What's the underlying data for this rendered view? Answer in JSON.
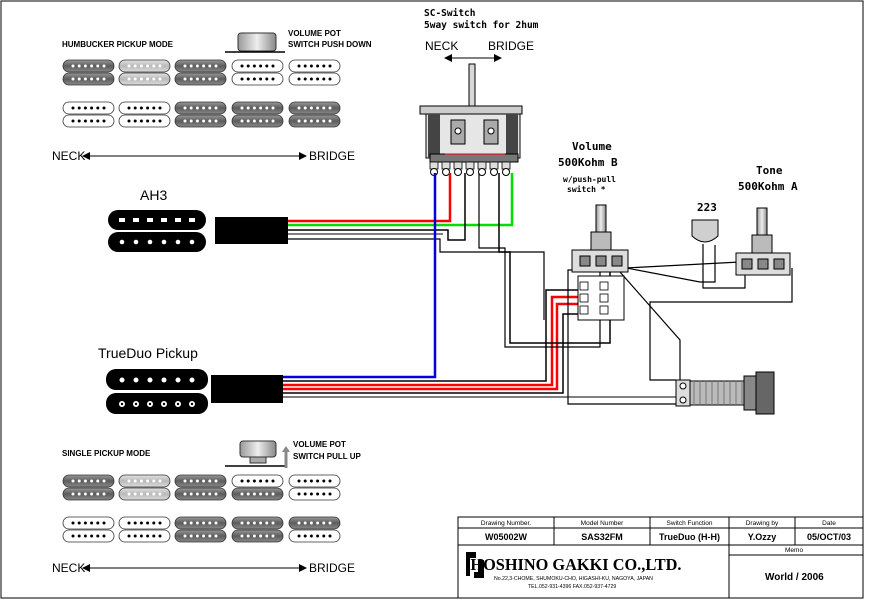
{
  "humbucker_mode": {
    "title": "HUMBUCKER PICKUP MODE",
    "pot_label_1": "VOLUME POT",
    "pot_label_2": "SWITCH PUSH DOWN"
  },
  "single_mode": {
    "title": "SINGLE PICKUP MODE",
    "pot_label_1": "VOLUME POT",
    "pot_label_2": "SWITCH PULL UP"
  },
  "direction": {
    "neck": "NECK",
    "bridge": "BRIDGE"
  },
  "switch": {
    "title": "SC-Switch",
    "subtitle": "5way switch for 2hum",
    "neck": "NECK",
    "bridge": "BRIDGE"
  },
  "pickups": {
    "bridge_name": "AH3",
    "neck_name": "TrueDuo Pickup"
  },
  "volume_pot": {
    "title": "Volume",
    "value": "500Kohm B",
    "note_1": "w/push-pull",
    "note_2": "switch *"
  },
  "tone_pot": {
    "title": "Tone",
    "value": "500Kohm A"
  },
  "capacitor": {
    "label": "223"
  },
  "title_block": {
    "headers": [
      "Drawing Number.",
      "Model Number",
      "Switch Function",
      "Drawing by",
      "Date"
    ],
    "values": [
      "W05002W",
      "SAS32FM",
      "TrueDuo (H-H)",
      "Y.Ozzy",
      "05/OCT/03"
    ],
    "company": "HOSHINO GAKKI CO.,LTD.",
    "address": "No.22,3-CHOME, SHUMOKU-CHO, HIGASHI-KU, NAGOYA, JAPAN",
    "contact": "TEL.052-931-4396  FAX.052-937-4729",
    "memo_label": "Memo",
    "memo_value": "World / 2006"
  },
  "colors": {
    "wire_red": "#ff0000",
    "wire_green": "#00dd00",
    "wire_blue": "#0000dd",
    "wire_black": "#000000",
    "coil_active": "#808080",
    "coil_inactive": "#ffffff"
  }
}
